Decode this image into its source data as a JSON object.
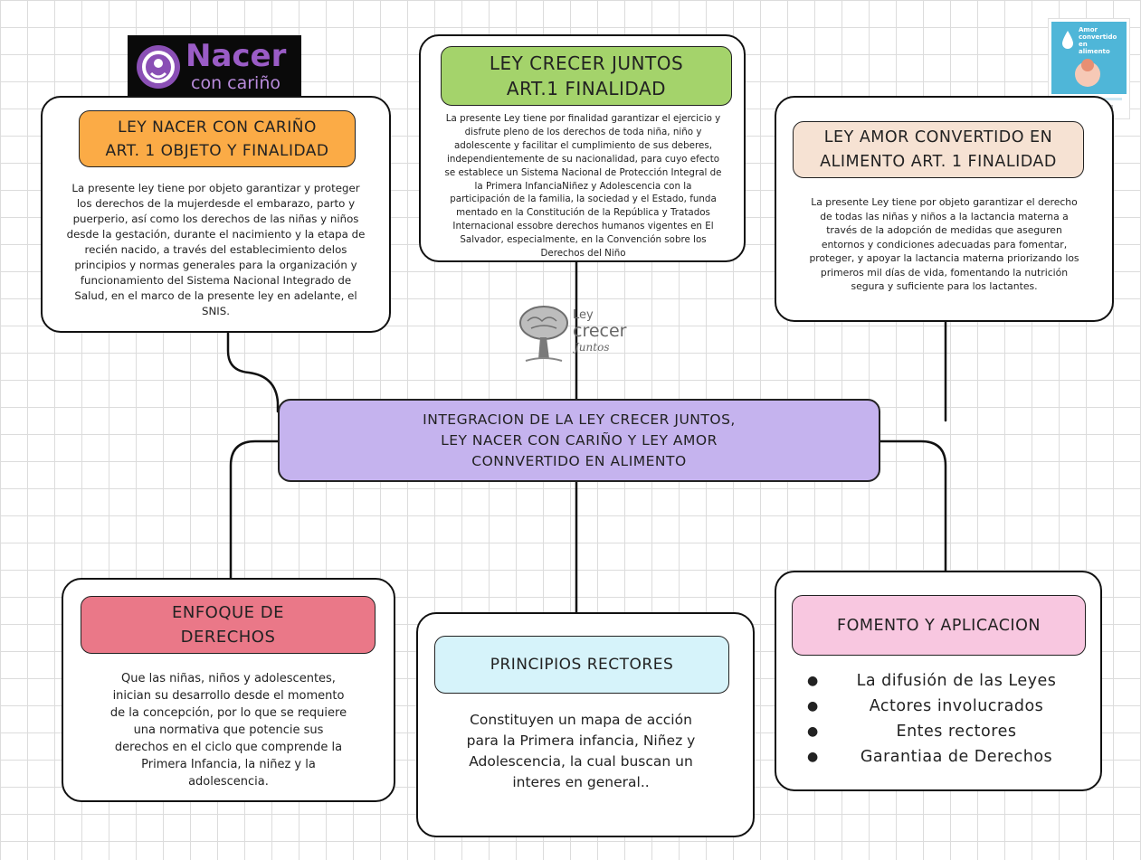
{
  "center": {
    "title": "INTEGRACION DE LA LEY CRECER JUNTOS,\nLEY NACER CON CARIÑO Y LEY AMOR\nCONNVERTIDO EN ALIMENTO",
    "color": "#c5b3ee"
  },
  "nacer": {
    "title": "LEY NACER CON CARIÑO\nART. 1 OBJETO Y FINALIDAD",
    "color": "#fbab46",
    "text": "La presente ley tiene por objeto garantizar y proteger\nlos derechos de la mujerdesde el embarazo, parto y\npuerperio, así como los derechos de las niñas y niños\ndesde la gestación, durante el nacimiento y la etapa de\nrecién nacido, a través del establecimiento delos\nprincipios y normas generales para la organización y\nfuncionamiento del Sistema Nacional Integrado de\nSalud, en el marco de la presente ley en adelante, el\nSNIS."
  },
  "crecer": {
    "title": "LEY CRECER JUNTOS\nART.1 FINALIDAD",
    "color": "#a4d36b",
    "text": "La presente Ley tiene por finalidad garantizar el ejercicio y\ndisfrute pleno de los derechos de toda niña, niño y\nadolescente y facilitar el cumplimiento de sus deberes,\nindependientemente de su nacionalidad, para cuyo efecto\nse establece un Sistema Nacional de Protección Integral de\nla Primera InfanciaNiñez y Adolescencia con la\nparticipación de la familia, la sociedad y el Estado, funda\nmentado en la Constitución de la República y Tratados\nInternacional essobre derechos humanos vigentes en El\nSalvador, especialmente, en la Convención sobre los\nDerechos del Niño"
  },
  "amor": {
    "title": "LEY AMOR CONVERTIDO EN\nALIMENTO ART. 1 FINALIDAD",
    "color": "#f6e2d3",
    "text": "La presente Ley tiene por objeto garantizar el derecho\nde todas las niñas y niños a la lactancia materna a\ntravés de la adopción de medidas que aseguren\nentornos y condiciones adecuadas para fomentar,\nproteger, y apoyar la lactancia materna priorizando los\nprimeros mil días de vida, fomentando la nutrición\nsegura y suficiente para los lactantes."
  },
  "enfoque": {
    "title": "ENFOQUE DE\nDERECHOS",
    "color": "#ea7888",
    "text": "Que las niñas, niños y adolescentes,\ninician su desarrollo desde el momento\nde la concepción, por lo que se requiere\nuna normativa que potencie sus\nderechos en el ciclo que comprende la\nPrimera Infancia, la niñez y la\nadolescencia."
  },
  "principios": {
    "title": "PRINCIPIOS RECTORES",
    "color": "#d6f3fa",
    "text": "Constituyen un mapa de acción\npara la Primera infancia, Niñez y\nAdolescencia, la cual buscan un\ninteres en general.."
  },
  "fomento": {
    "title": "FOMENTO Y APLICACION",
    "color": "#f8c7e0",
    "items": [
      "La difusión de las Leyes",
      "Actores involucrados",
      "Entes rectores",
      "Garantiaa de Derechos"
    ]
  },
  "logos": {
    "nacer_word": "Nacer",
    "nacer_sub": "con cariño",
    "crecer_line1": "Ley",
    "crecer_line2": "crecer",
    "crecer_line3": "Juntos",
    "amor_title": "Amor\nconvertido en\nalimento"
  },
  "colors": {
    "line": "#111111",
    "logo_purple": "#8a4fb5",
    "amor_blue": "#4fb6d8"
  }
}
